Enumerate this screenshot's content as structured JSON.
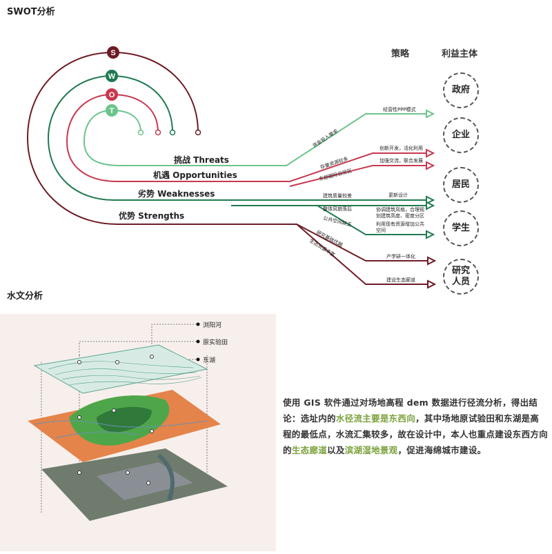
{
  "swot": {
    "title": "SWOT分析",
    "col_strategy": "策略",
    "col_stakeholder": "利益主体",
    "letters": [
      "S",
      "W",
      "O",
      "T"
    ],
    "arc_labels": {
      "threats": "挑战  Threats",
      "opportunities": "机遇  Opportunities",
      "weaknesses": "劣势  Weaknesses",
      "strengths": "优势  Strengths"
    },
    "factors": {
      "capital": "资金投入需求",
      "stock": "存量资源较多",
      "east_lake": "东部国际自贸区",
      "building": "建筑质量较差",
      "style": "整体风貌落后",
      "public_space": "公共空间缺乏",
      "research": "研究基础优越",
      "ecology": "生态资源丰富"
    },
    "strategies": {
      "ppp": "经营性PPP模式",
      "innovate": "创新开发，活化利用",
      "exchange": "加强交流，联合发展",
      "renew": "更新设计",
      "coordinate_1": "协调建筑风格，合理规",
      "coordinate_2": "划建筑高度、密度分区",
      "reuse_1": "利用现有资源增加公共",
      "reuse_2": "空间",
      "industry": "产学研一体化",
      "corridor": "建设生态廊道"
    },
    "stakeholders": [
      [
        "政府"
      ],
      [
        "企业"
      ],
      [
        "居民"
      ],
      [
        "学生"
      ],
      [
        "研究",
        "人员"
      ]
    ],
    "colors": {
      "strengths": "#6e1a24",
      "weaknesses": "#1f7a50",
      "opportunities": "#c8384f",
      "threats": "#6cc48c"
    }
  },
  "hydrology": {
    "title": "水文分析",
    "labels": [
      "浏阳河",
      "原实验田",
      "东湖"
    ],
    "text_segments": [
      {
        "t": "使用 GIS 软件通过对场地高程 dem 数据进行径流分析，得出结论：选址内的",
        "h": false
      },
      {
        "t": "水径流主要是东西向",
        "h": true
      },
      {
        "t": "，其中场地原试验田和东湖是高程的最低点，水流汇集较多，故在设计中，本人也重点建设东西方向的",
        "h": false
      },
      {
        "t": "生态廊道",
        "h": true
      },
      {
        "t": "以及",
        "h": false
      },
      {
        "t": "滨湖湿地景观",
        "h": true
      },
      {
        "t": "，促进海绵城市建设。",
        "h": false
      }
    ]
  }
}
